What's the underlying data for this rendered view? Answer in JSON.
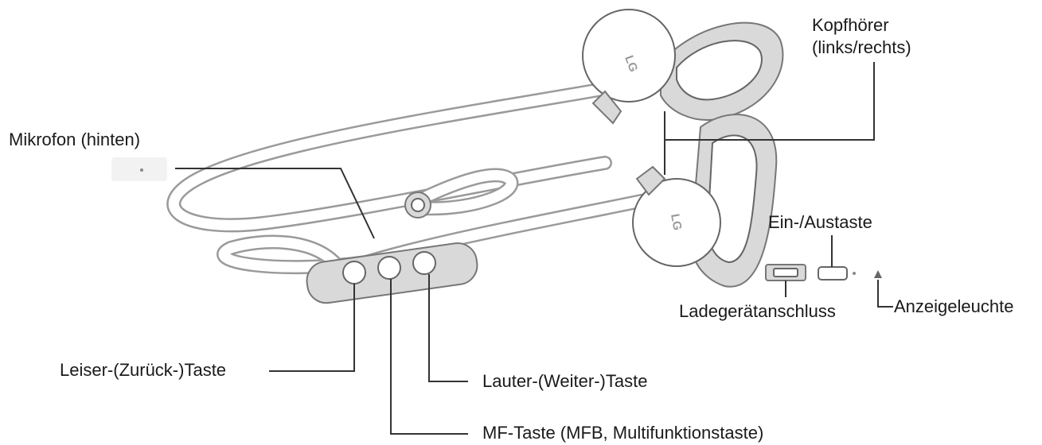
{
  "labels": {
    "headphones": "Kopfhörer\n(links/rechts)",
    "microphone": "Mikrofon (hinten)",
    "power_button": "Ein-/Austaste",
    "charger_port": "Ladegerätanschluss",
    "indicator_light": "Anzeigeleuchte",
    "volume_down": "Leiser-(Zurück-)Taste",
    "volume_up": "Lauter-(Weiter-)Taste",
    "mf_button": "MF-Taste (MFB, Multifunktionstaste)"
  },
  "logo_text": "LG",
  "colors": {
    "text": "#1a1a1a",
    "leader_line": "#333333",
    "device_outline": "#777777",
    "device_fill": "#d9d9d9"
  }
}
